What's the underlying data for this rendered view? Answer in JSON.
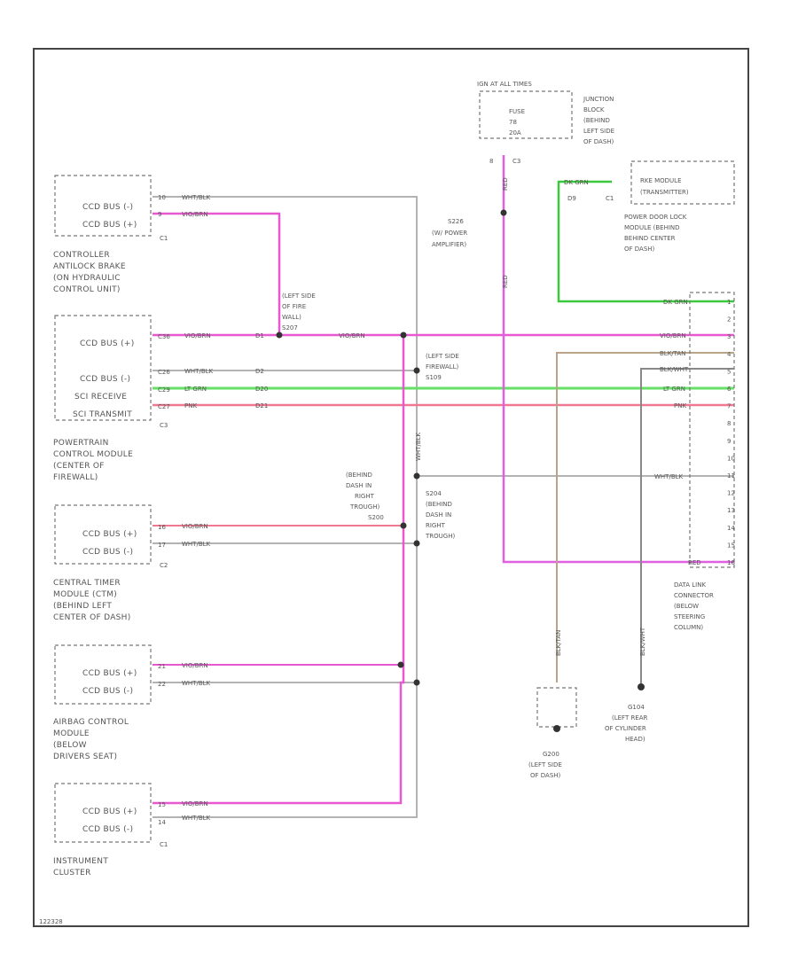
{
  "diagram_id": "122328",
  "fuse_block": {
    "title": "IGN AT ALL TIMES",
    "rows": [
      "FUSE",
      "78",
      "20A"
    ],
    "location": [
      "JUNCTION",
      "BLOCK",
      "(BEHIND",
      "LEFT SIDE",
      "OF DASH)"
    ],
    "pin": "8",
    "connector": "C3"
  },
  "splices": {
    "s_amp": [
      "S226",
      "(W/ POWER",
      "AMPLIFIER)"
    ],
    "s_lfw": [
      "(LEFT SIDE",
      "OF FIRE",
      "WALL)",
      "S207"
    ],
    "s_lfw2": [
      "(LEFT SIDE",
      "FIREWALL)",
      "S109"
    ],
    "s_dash": [
      "(BEHIND",
      "DASH IN",
      "RIGHT",
      "TROUGH)",
      "S200"
    ],
    "s_dash2": [
      "S204",
      "(BEHIND",
      "DASH IN",
      "RIGHT",
      "TROUGH)"
    ]
  },
  "wires": {
    "wht_blk": "WHT/BLK",
    "vio_brn": "VIO/BRN",
    "lt_grn": "LT GRN",
    "pnk": "PNK",
    "dk_grn": "DK GRN",
    "blk_tan": "BLK/TAN",
    "blk_wht": "BLK/WHT",
    "red": "RED"
  },
  "modules": {
    "abs": {
      "pins": [
        {
          "label": "CCD BUS (-)",
          "pin": "10"
        },
        {
          "label": "CCD BUS (+)",
          "pin": "9"
        }
      ],
      "connector": "C1",
      "name": [
        "CONTROLLER",
        "ANTILOCK BRAKE",
        "(ON HYDRAULIC",
        "CONTROL UNIT)"
      ]
    },
    "pcm": {
      "pins": [
        {
          "label": "CCD BUS (+)",
          "pin": "C36",
          "wire_id": "D1"
        },
        {
          "label": "CCD BUS (-)",
          "pin": "C26",
          "wire_id": "D2"
        },
        {
          "label": "SCI RECEIVE",
          "pin": "C29",
          "wire_id": "D20"
        },
        {
          "label": "SCI TRANSMIT",
          "pin": "C27",
          "wire_id": "D21"
        }
      ],
      "connector": "C3",
      "name": [
        "POWERTRAIN",
        "CONTROL MODULE",
        "(CENTER OF",
        "FIREWALL)"
      ]
    },
    "ctm": {
      "pins": [
        {
          "label": "CCD BUS (+)",
          "pin": "16"
        },
        {
          "label": "CCD BUS (-)",
          "pin": "17"
        }
      ],
      "connector": "C2",
      "name": [
        "CENTRAL TIMER",
        "MODULE (CTM)",
        "(BEHIND LEFT",
        "CENTER OF DASH)"
      ]
    },
    "airbag": {
      "pins": [
        {
          "label": "CCD BUS (+)",
          "pin": "21"
        },
        {
          "label": "CCD BUS (-)",
          "pin": "22"
        }
      ],
      "name": [
        "AIRBAG CONTROL",
        "MODULE",
        "(BELOW",
        "DRIVERS SEAT)"
      ]
    },
    "cluster": {
      "pins": [
        {
          "label": "CCD BUS (+)",
          "pin": "15"
        },
        {
          "label": "CCD BUS (-)",
          "pin": "14"
        }
      ],
      "connector": "C1",
      "name": [
        "INSTRUMENT",
        "CLUSTER"
      ]
    },
    "door_lock": {
      "title": [
        "RKE MODULE",
        "(TRANSMITTER)"
      ],
      "pin": "D9",
      "connector": "C1",
      "name": [
        "POWER DOOR LOCK",
        "MODULE (BEHIND",
        "BEHIND CENTER",
        "OF DASH)"
      ]
    }
  },
  "dlc": {
    "pins": [
      "1",
      "2",
      "3",
      "4",
      "5",
      "6",
      "7",
      "8",
      "9",
      "10",
      "11",
      "12",
      "13",
      "14",
      "15",
      "16"
    ],
    "name": [
      "DATA LINK",
      "CONNECTOR",
      "(BELOW",
      "STEERING",
      "COLUMN)"
    ]
  },
  "grounds": {
    "g1": [
      "G200",
      "(LEFT SIDE",
      "OF DASH)"
    ],
    "g2": [
      "G104",
      "(LEFT REAR",
      "OF CYLINDER",
      "HEAD)"
    ]
  },
  "colors": {
    "frame": "#444444",
    "wht_blk": "#b3b3b3",
    "vio_brn": "#e858d0",
    "lt_grn": "#66e066",
    "pnk": "#f07890",
    "dk_grn": "#3cc83c",
    "blk_tan": "#b8a488",
    "blk_wht": "#888888",
    "red": "#e060e0"
  }
}
